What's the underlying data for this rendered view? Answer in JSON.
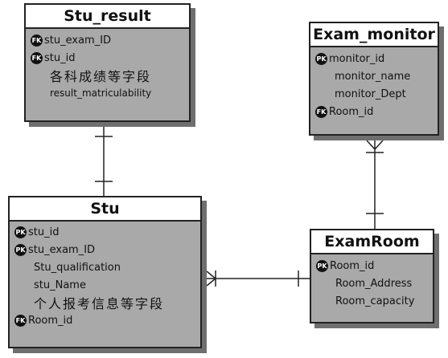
{
  "entities": {
    "stu_result": {
      "title": "Stu_result",
      "attrs": [
        {
          "key": "FK",
          "name": "stu_exam_ID"
        },
        {
          "key": "FK",
          "name": "stu_id"
        },
        {
          "key": "",
          "name": "各科成绩等字段"
        },
        {
          "key": "",
          "name": "result_matriculability"
        }
      ]
    },
    "exam_monitor": {
      "title": "Exam_monitor",
      "attrs": [
        {
          "key": "PK",
          "name": "monitor_id"
        },
        {
          "key": "",
          "name": "monitor_name"
        },
        {
          "key": "",
          "name": "monitor_Dept"
        },
        {
          "key": "FK",
          "name": "Room_id"
        }
      ]
    },
    "stu": {
      "title": "Stu",
      "attrs": [
        {
          "key": "PK",
          "name": "stu_id"
        },
        {
          "key": "PK",
          "name": "stu_exam_ID"
        },
        {
          "key": "",
          "name": "Stu_qualification"
        },
        {
          "key": "",
          "name": "stu_Name"
        },
        {
          "key": "",
          "name": "个人报考信息等字段"
        },
        {
          "key": "FK",
          "name": "Room_id"
        }
      ]
    },
    "examroom": {
      "title": "ExamRoom",
      "attrs": [
        {
          "key": "PK",
          "name": "Room_id"
        },
        {
          "key": "",
          "name": "Room_Address"
        },
        {
          "key": "",
          "name": "Room_capacity"
        }
      ]
    }
  }
}
